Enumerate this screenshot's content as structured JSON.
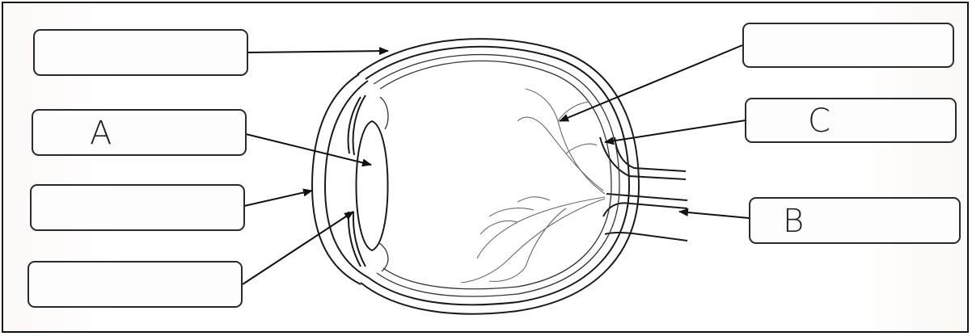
{
  "labels": {
    "left_1": "",
    "left_2": "A",
    "left_3": "",
    "left_4": "",
    "right_1": "",
    "right_2": "C",
    "right_3": "B"
  },
  "colors": {
    "ink": "#1a1a1a",
    "vessel": "#6a6a6a",
    "paper": "#ffffff"
  }
}
